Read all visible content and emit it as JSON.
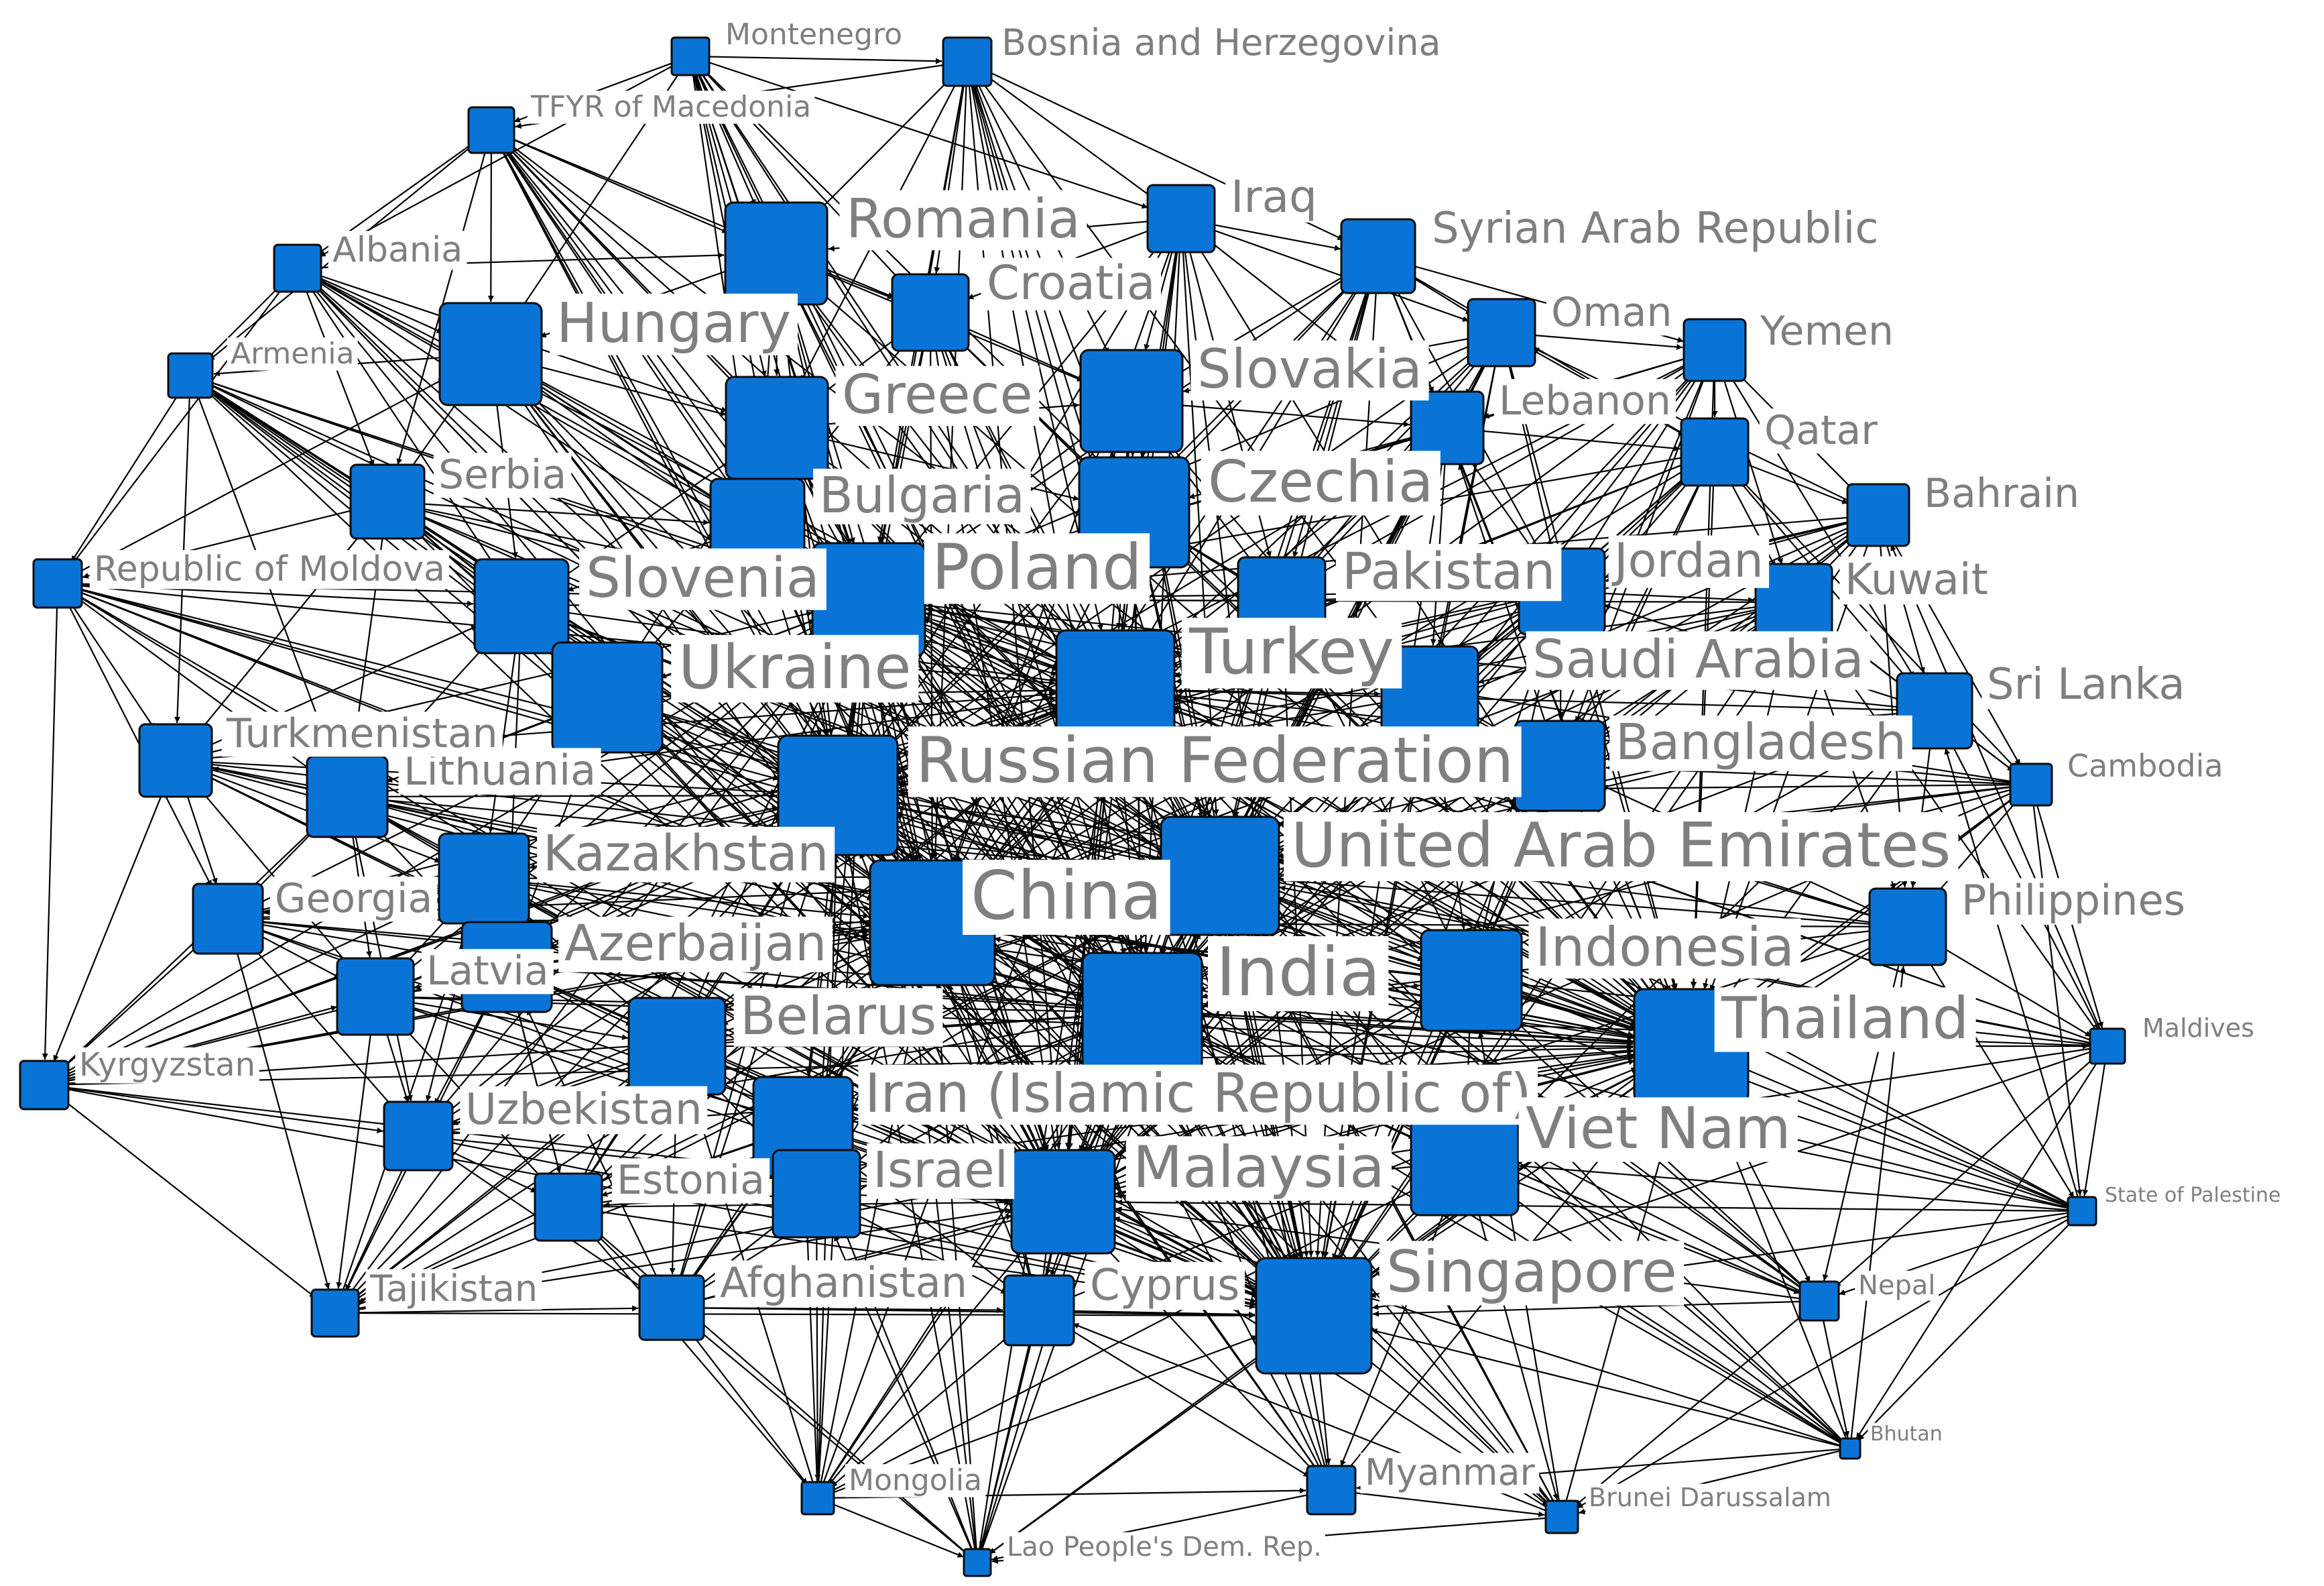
{
  "graph": {
    "node_color": "#0a74d6",
    "edge_color": "#000000",
    "label_color": "#7f7f7f",
    "edge_style": "directed",
    "nodes": [
      {
        "id": "montenegro",
        "label": "Montenegro"
      },
      {
        "id": "bosnia",
        "label": "Bosnia and Herzegovina"
      },
      {
        "id": "tfyr",
        "label": "TFYR of Macedonia"
      },
      {
        "id": "romania",
        "label": "Romania"
      },
      {
        "id": "iraq",
        "label": "Iraq"
      },
      {
        "id": "syria",
        "label": "Syrian Arab Republic"
      },
      {
        "id": "albania",
        "label": "Albania"
      },
      {
        "id": "croatia",
        "label": "Croatia"
      },
      {
        "id": "hungary",
        "label": "Hungary"
      },
      {
        "id": "oman",
        "label": "Oman"
      },
      {
        "id": "yemen",
        "label": "Yemen"
      },
      {
        "id": "armenia",
        "label": "Armenia"
      },
      {
        "id": "greece",
        "label": "Greece"
      },
      {
        "id": "slovakia",
        "label": "Slovakia"
      },
      {
        "id": "lebanon",
        "label": "Lebanon"
      },
      {
        "id": "qatar",
        "label": "Qatar"
      },
      {
        "id": "serbia",
        "label": "Serbia"
      },
      {
        "id": "bulgaria",
        "label": "Bulgaria"
      },
      {
        "id": "czechia",
        "label": "Czechia"
      },
      {
        "id": "bahrain",
        "label": "Bahrain"
      },
      {
        "id": "moldova",
        "label": "Republic of Moldova"
      },
      {
        "id": "slovenia",
        "label": "Slovenia"
      },
      {
        "id": "poland",
        "label": "Poland"
      },
      {
        "id": "pakistan",
        "label": "Pakistan"
      },
      {
        "id": "jordan",
        "label": "Jordan"
      },
      {
        "id": "kuwait",
        "label": "Kuwait"
      },
      {
        "id": "ukraine",
        "label": "Ukraine"
      },
      {
        "id": "turkey",
        "label": "Turkey"
      },
      {
        "id": "saudi",
        "label": "Saudi Arabia"
      },
      {
        "id": "srilanka",
        "label": "Sri Lanka"
      },
      {
        "id": "lithuania",
        "label": "Lithuania"
      },
      {
        "id": "turkmenistan",
        "label": "Turkmenistan"
      },
      {
        "id": "russia",
        "label": "Russian Federation"
      },
      {
        "id": "bangladesh",
        "label": "Bangladesh"
      },
      {
        "id": "cambodia",
        "label": "Cambodia"
      },
      {
        "id": "kazakhstan",
        "label": "Kazakhstan"
      },
      {
        "id": "uae",
        "label": "United Arab Emirates"
      },
      {
        "id": "georgia",
        "label": "Georgia"
      },
      {
        "id": "china",
        "label": "China"
      },
      {
        "id": "philippines",
        "label": "Philippines"
      },
      {
        "id": "azerbaijan",
        "label": "Azerbaijan"
      },
      {
        "id": "latvia",
        "label": "Latvia"
      },
      {
        "id": "india",
        "label": "India"
      },
      {
        "id": "indonesia",
        "label": "Indonesia"
      },
      {
        "id": "belarus",
        "label": "Belarus"
      },
      {
        "id": "thailand",
        "label": "Thailand"
      },
      {
        "id": "maldives",
        "label": "Maldives"
      },
      {
        "id": "kyrgyzstan",
        "label": "Kyrgyzstan"
      },
      {
        "id": "iran",
        "label": "Iran (Islamic Republic of)"
      },
      {
        "id": "uzbekistan",
        "label": "Uzbekistan"
      },
      {
        "id": "vietnam",
        "label": "Viet Nam"
      },
      {
        "id": "israel",
        "label": "Israel"
      },
      {
        "id": "estonia",
        "label": "Estonia"
      },
      {
        "id": "malaysia",
        "label": "Malaysia"
      },
      {
        "id": "palestine",
        "label": "State of Palestine"
      },
      {
        "id": "tajikistan",
        "label": "Tajikistan"
      },
      {
        "id": "afghanistan",
        "label": "Afghanistan"
      },
      {
        "id": "cyprus",
        "label": "Cyprus"
      },
      {
        "id": "singapore",
        "label": "Singapore"
      },
      {
        "id": "nepal",
        "label": "Nepal"
      },
      {
        "id": "bhutan",
        "label": "Bhutan"
      },
      {
        "id": "mongolia",
        "label": "Mongolia"
      },
      {
        "id": "myanmar",
        "label": "Myanmar"
      },
      {
        "id": "brunei",
        "label": "Brunei Darussalam"
      },
      {
        "id": "lao",
        "label": "Lao People's Dem. Rep."
      }
    ]
  }
}
